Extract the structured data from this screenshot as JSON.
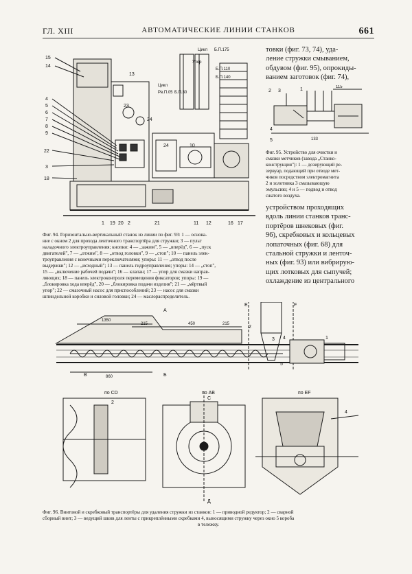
{
  "header": {
    "chapter": "ГЛ. XIII",
    "title": "АВТОМАТИЧЕСКИЕ ЛИНИИ СТАНКОВ",
    "page_number": "661"
  },
  "right_text_top": [
    "товки (фиг. 73, 74), уда-",
    "ление стружки смыванием,",
    "обдувом (фиг. 95), опрокиды-",
    "ванием заготовок (фиг. 74),"
  ],
  "right_text_mid": [
    "устройством      проходящих",
    "вдоль линии станков транс-",
    "портёров шнековых (фиг.",
    "96), скребковых и кольцевых",
    "лопаточных (фиг. 68) для",
    "стальной стружки и ленточ-",
    "ных (фиг. 93) или вибрирую-",
    "щих лотковых для сыпучей;",
    "охлаждение из центрального"
  ],
  "fig94_caption": [
    "Фиг. 94. Горизонтально-вертикальный станок из линии по фиг. 93: 1 — основа-",
    "ние с окном 2 для прохода ленточного транспортёра для стружки; 3 — пульт",
    "наладочного электроуправления; кнопки: 4 — „зажим\", 5 — „вперёд\", 6 — „пуск",
    "двигателей\", 7 — „отжим\", 8 — „отвод головки\", 9 — „стоп\"; 10 — панель элек-",
    "троуправления с конечными переключателями; упоры: 11 — „отвод после",
    "выдержки\"; 12 — „исходный\"; 13 — панель гидроуправления; упоры: 14 — „стоп\",",
    "15 — „включение рабочей подачи\"; 16 — клапан; 17 — упор для смазки направ-",
    "ляющих; 18 — панель электроконтроля перемещения фиксаторов; упоры: 19 —",
    "„блокировка хода вперёд\", 20 — „блокировка подачи изделия\"; 21 — „мёртвый",
    "упор\"; 22 — смазочный насос для приспособлений; 23 — насос для смазки",
    "шпиндельной коробки и силовой головки; 24 — маслораспределитель."
  ],
  "fig95_caption": [
    "Фиг. 95. Устройство для очистки и",
    "смазки метчиков (завода „Станко-",
    "конструкция\"): 1 — дозирующий ре-",
    "зервуар, подающий при отводе мет-",
    "чиков посредством электромагнита",
    "2 и золотника 3 смазывающую",
    "эмульсию; 4 и 5 — подвод и отвод",
    "сжатого воздуха."
  ],
  "fig96_caption": [
    "Фиг. 96. Винтовой и скребковый транспортёры для удаления стружки из станков: 1 — приводной редуктор; 2 — сварной",
    "сборный винт; 3 — ведущий шкив для ленты с прикреплёнными скребками 4, выносящими стружку через окно 5 короба",
    "в тележку."
  ],
  "fig94_labels": {
    "left_numbers": [
      "15",
      "14",
      "4",
      "5",
      "6",
      "7",
      "8",
      "9",
      "22",
      "3",
      "18"
    ],
    "bottom_numbers": [
      "1",
      "19",
      "20",
      "2",
      "21",
      "11",
      "12",
      "16",
      "17"
    ],
    "inner_numbers": [
      "13",
      "23",
      "24",
      "24",
      "10"
    ],
    "annotations": [
      "Цикл",
      "Б.П.175",
      "Упор",
      "Б.П.110",
      "Б.П.140",
      "Цикл",
      "Рв.П.05",
      "Б.П.30"
    ]
  },
  "fig95_labels": [
    "2",
    "3",
    "1",
    "4",
    "5",
    "115",
    "133"
  ],
  "fig96_labels": {
    "main": [
      "1350",
      "215",
      "450",
      "215",
      "860",
      "А",
      "Б",
      "В",
      "Е",
      "F",
      "1",
      "2",
      "3",
      "4",
      "5"
    ],
    "sections": [
      "по CD",
      "по AB",
      "по EF"
    ],
    "section_numbers": [
      "2",
      "4",
      "С",
      "Д"
    ]
  }
}
